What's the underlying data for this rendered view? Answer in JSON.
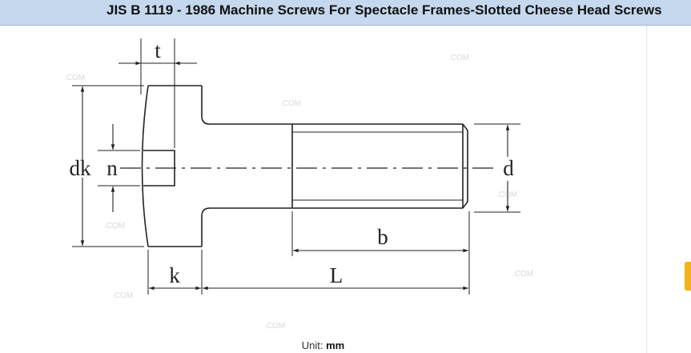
{
  "header": {
    "title": "JIS B 1119 - 1986 Machine Screws For Spectacle Frames-Slotted Cheese Head Screws"
  },
  "diagram": {
    "labels": {
      "t": "t",
      "dk": "dk",
      "n": "n",
      "d": "d",
      "b": "b",
      "k": "k",
      "L": "L"
    },
    "watermark": ".COM"
  },
  "footer": {
    "unit_label": "Unit:",
    "unit_value": "mm"
  },
  "colors": {
    "header_bg": "#c5d8ee",
    "line": "#222222",
    "side_tab": "#f3b21c"
  }
}
